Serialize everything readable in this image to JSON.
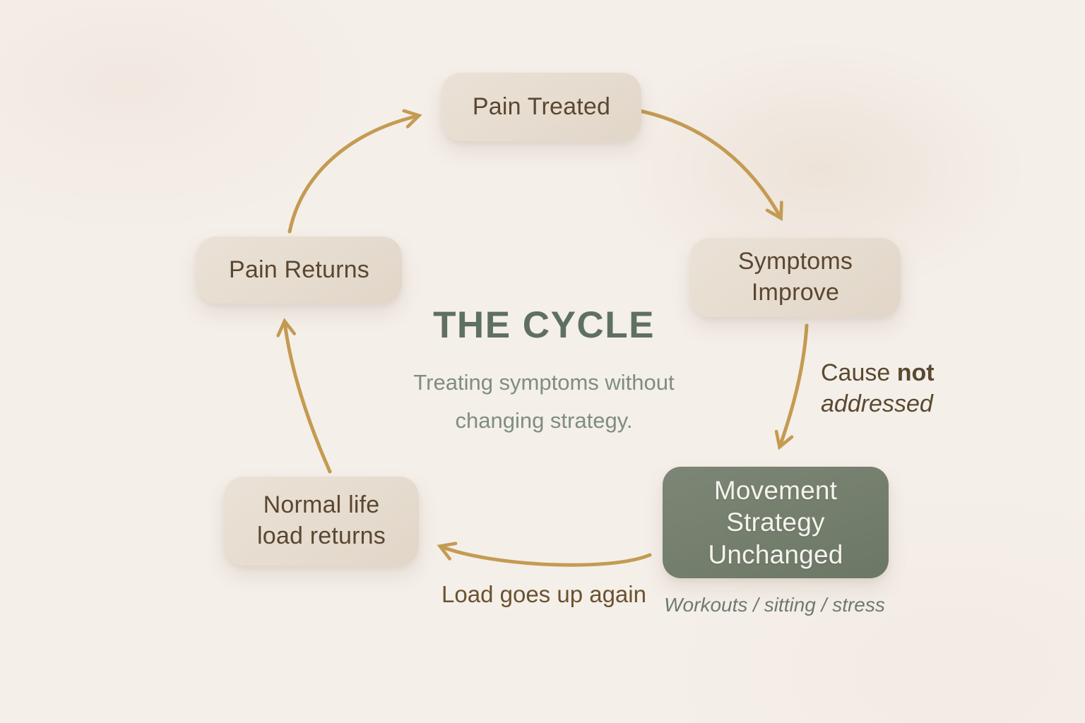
{
  "center": {
    "title": "THE CYCLE",
    "subtitle_line1": "Treating symptoms without",
    "subtitle_line2": "changing strategy."
  },
  "nodes": {
    "pain_treated": {
      "label": "Pain Treated"
    },
    "symptoms_improve": {
      "line1": "Symptoms",
      "line2": "Improve"
    },
    "movement_strategy": {
      "line1": "Movement",
      "line2": "Strategy",
      "line3": "Unchanged",
      "caption": "Workouts / sitting / stress"
    },
    "normal_life": {
      "line1": "Normal life",
      "line2": "load returns"
    },
    "pain_returns": {
      "label": "Pain Returns"
    }
  },
  "annotations": {
    "cause_word1": "Cause ",
    "cause_word2": "not",
    "cause_line2": "addressed",
    "load_label": "Load goes up again"
  },
  "colors": {
    "background": "#F5EFE9",
    "box_beige": "#E7DED2",
    "box_green": "#747E6D",
    "box_text_brown": "#5A4731",
    "box_text_white": "#F4F3EE",
    "title_green": "#5E7062",
    "subtitle_green": "#7E8E80",
    "annotation_brown": "#5A4931",
    "caption_green": "#6E7A70",
    "arrow_gold": "#C49B52"
  }
}
